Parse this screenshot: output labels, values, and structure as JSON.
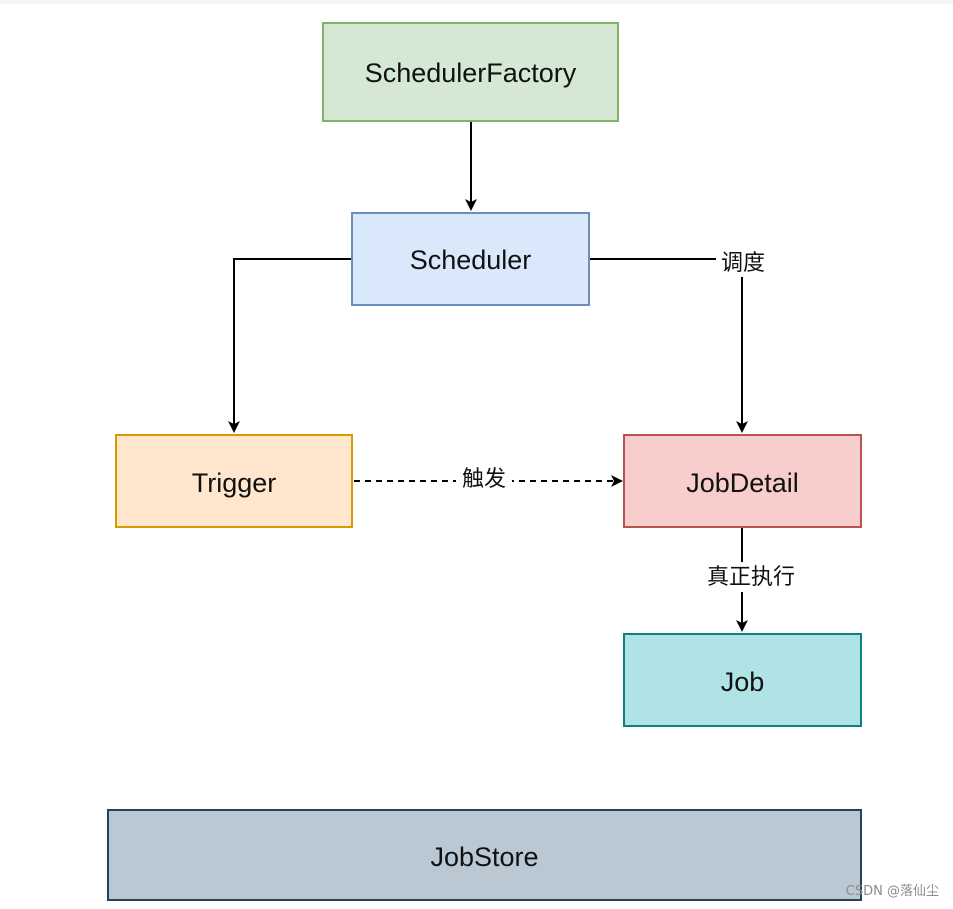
{
  "nodes": {
    "scheduler_factory": {
      "label": "SchedulerFactory",
      "fill": "#d5e8d4",
      "stroke": "#82b366"
    },
    "scheduler": {
      "label": "Scheduler",
      "fill": "#dae8fc",
      "stroke": "#6c8ebf"
    },
    "trigger": {
      "label": "Trigger",
      "fill": "#ffe6cc",
      "stroke": "#d79b00"
    },
    "job_detail": {
      "label": "JobDetail",
      "fill": "#f8cecc",
      "stroke": "#b85450"
    },
    "job": {
      "label": "Job",
      "fill": "#b0e3e6",
      "stroke": "#0e8088"
    },
    "job_store": {
      "label": "JobStore",
      "fill": "#bac8d3",
      "stroke": "#23445d"
    }
  },
  "edges": {
    "dispatch": {
      "label": "调度"
    },
    "fire": {
      "label": "触发"
    },
    "execute": {
      "label": "真正执行"
    }
  },
  "watermark": "CSDN @落仙尘"
}
